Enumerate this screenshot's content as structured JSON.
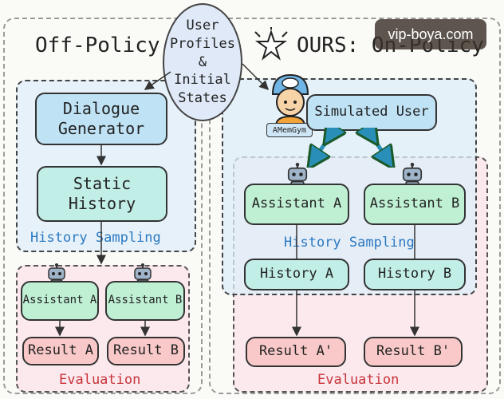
{
  "center_ellipse": {
    "line1": "User",
    "line2": "Profiles",
    "line3": "&",
    "line4": "Initial",
    "line5": "States"
  },
  "left": {
    "title": "Off-Policy",
    "dialogue_generator": {
      "line1": "Dialogue",
      "line2": "Generator"
    },
    "static_history": {
      "line1": "Static",
      "line2": "History"
    },
    "history_sampling": "History Sampling",
    "assistant_a": "Assistant A",
    "assistant_b": "Assistant B",
    "result_a": "Result A",
    "result_b": "Result B",
    "evaluation": "Evaluation"
  },
  "right": {
    "title": "OURS: On-Policy",
    "simulated_user": "Simulated User",
    "badge": "AMemGym",
    "assistant_a": "Assistant A",
    "assistant_b": "Assistant B",
    "history_sampling": "History Sampling",
    "history_a": "History A",
    "history_b": "History B",
    "result_a": "Result A'",
    "result_b": "Result B'",
    "evaluation": "Evaluation"
  },
  "watermark": "vip-boya.com",
  "colors": {
    "blue_text": "#2b79c2",
    "red_text": "#c8333a",
    "double_arrow": "#2a8fb8"
  }
}
